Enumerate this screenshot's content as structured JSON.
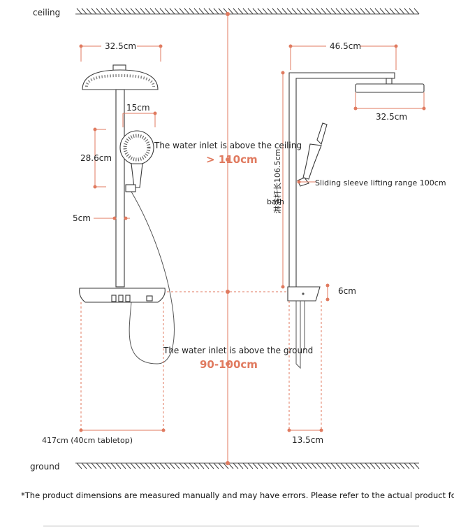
{
  "labels": {
    "ceiling": "ceiling",
    "ground": "ground",
    "head_width_front": "32.5cm",
    "handheld_width": "15cm",
    "handheld_range": "28.6cm",
    "holder_offset": "5cm",
    "tabletop": "417cm (40cm tabletop)",
    "arm_length": "46.5cm",
    "head_width_side": "32.5cm",
    "bath_label": "bath",
    "rod_length_vertical": "淋浴杆长106.5cm",
    "sleeve_range": "Sliding sleeve lifting range 100cm",
    "valve_height": "6cm",
    "base_width": "13.5cm",
    "inlet_ceiling": "The water inlet is above the ceiling",
    "inlet_ceiling_value": "> 110cm",
    "inlet_ground": "The water inlet is above the ground",
    "inlet_ground_value": "90-100cm"
  },
  "footnote": "*The product dimensions are measured manually and may have errors. Please refer to the actual product for accuracy.",
  "colors": {
    "accent": "#e07a5f",
    "line": "#555555",
    "text": "#222222"
  }
}
